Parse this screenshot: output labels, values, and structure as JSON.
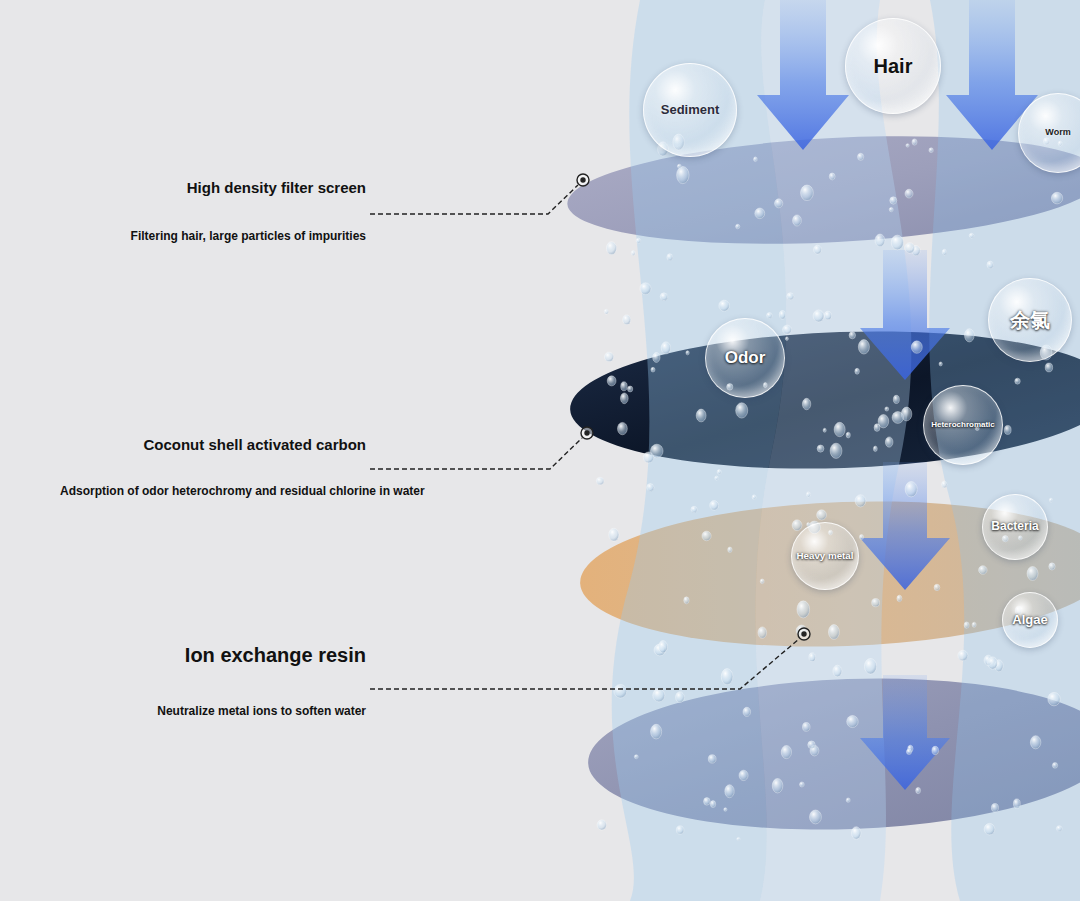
{
  "diagram": {
    "nodes": [
      {
        "text": [
          "Sediment"
        ]
      },
      {
        "text": [
          "Hair"
        ]
      },
      {
        "text": [
          "Worm"
        ]
      },
      {
        "text": [
          "Odor"
        ]
      },
      {
        "text": [
          "余氯"
        ]
      },
      {
        "text": [
          "Heterochromatic"
        ]
      },
      {
        "text": [
          "Heavy metal"
        ]
      },
      {
        "text": [
          "Bacteria"
        ]
      },
      {
        "text": [
          "Algae"
        ]
      }
    ],
    "labels": [
      "High density filter screen",
      "Filtering hair, large particles of impurities",
      "Coconut shell activated carbon",
      "Adsorption of odor heterochromy and residual chlorine in water",
      "Ion exchange resin",
      "Neutralize metal ions to soften water"
    ]
  }
}
